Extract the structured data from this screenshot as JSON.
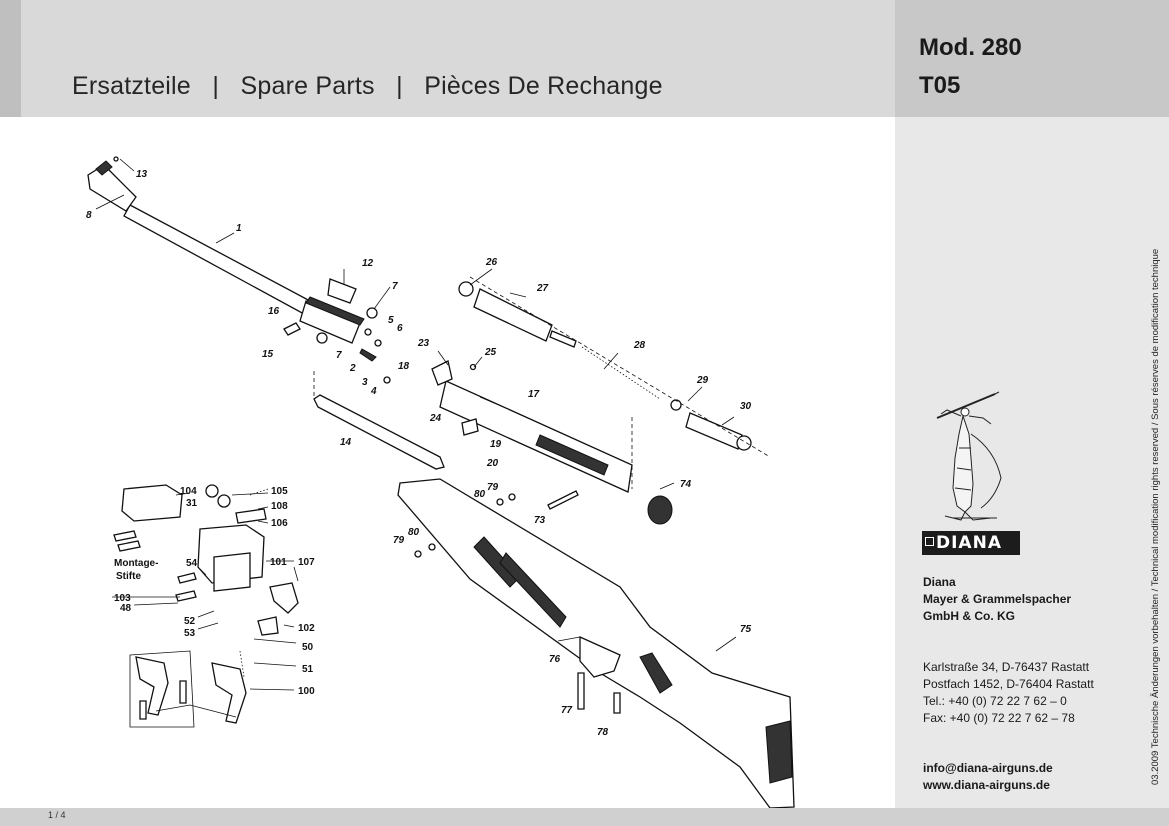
{
  "header": {
    "title": "Ersatzteile   |   Spare Parts   |   Pièces De Rechange",
    "model": "Mod. 280",
    "code": "T05"
  },
  "diagram": {
    "callouts": {
      "p1": "1",
      "p2": "2",
      "p3": "3",
      "p4": "4",
      "p5": "5",
      "p6": "6",
      "p7a": "7",
      "p7b": "7",
      "p8": "8",
      "p12": "12",
      "p13": "13",
      "p14": "14",
      "p15": "15",
      "p16": "16",
      "p17": "17",
      "p18": "18",
      "p19": "19",
      "p20": "20",
      "p23": "23",
      "p24": "24",
      "p25": "25",
      "p26": "26",
      "p27": "27",
      "p28": "28",
      "p29": "29",
      "p30": "30",
      "p73": "73",
      "p74": "74",
      "p75": "75",
      "p76": "76",
      "p77": "77",
      "p78": "78",
      "p79a": "79",
      "p79b": "79",
      "p80a": "80",
      "p80b": "80"
    },
    "inset": {
      "p104": "104",
      "p31": "31",
      "p105": "105",
      "p108": "108",
      "p106": "106",
      "montage1": "Montage-",
      "montage2": "Stifte",
      "p54": "54",
      "p101": "101",
      "p107": "107",
      "p103": "103",
      "p48": "48",
      "p52": "52",
      "p53": "53",
      "p102": "102",
      "p50": "50",
      "p51": "51",
      "p100": "100"
    }
  },
  "sidebar": {
    "company_name": "Diana",
    "company_full_1": "Mayer & Grammelspacher",
    "company_full_2": "GmbH & Co. KG",
    "address_1": "Karlstraße 34, D-76437 Rastatt",
    "address_2": "Postfach 1452, D-76404 Rastatt",
    "phone": "Tel.: +40 (0) 72 22 7 62 – 0",
    "fax": "Fax: +40 (0) 72 22 7 62 – 78",
    "email": "info@diana-airguns.de",
    "web": "www.diana-airguns.de",
    "logo_text": "DIANA",
    "vertical_note": "03.2009 Technische Änderungen vorbehalten / Technical modification rights reserved / Sous  réserves de modification technique"
  },
  "footer": {
    "page": "1 / 4"
  }
}
